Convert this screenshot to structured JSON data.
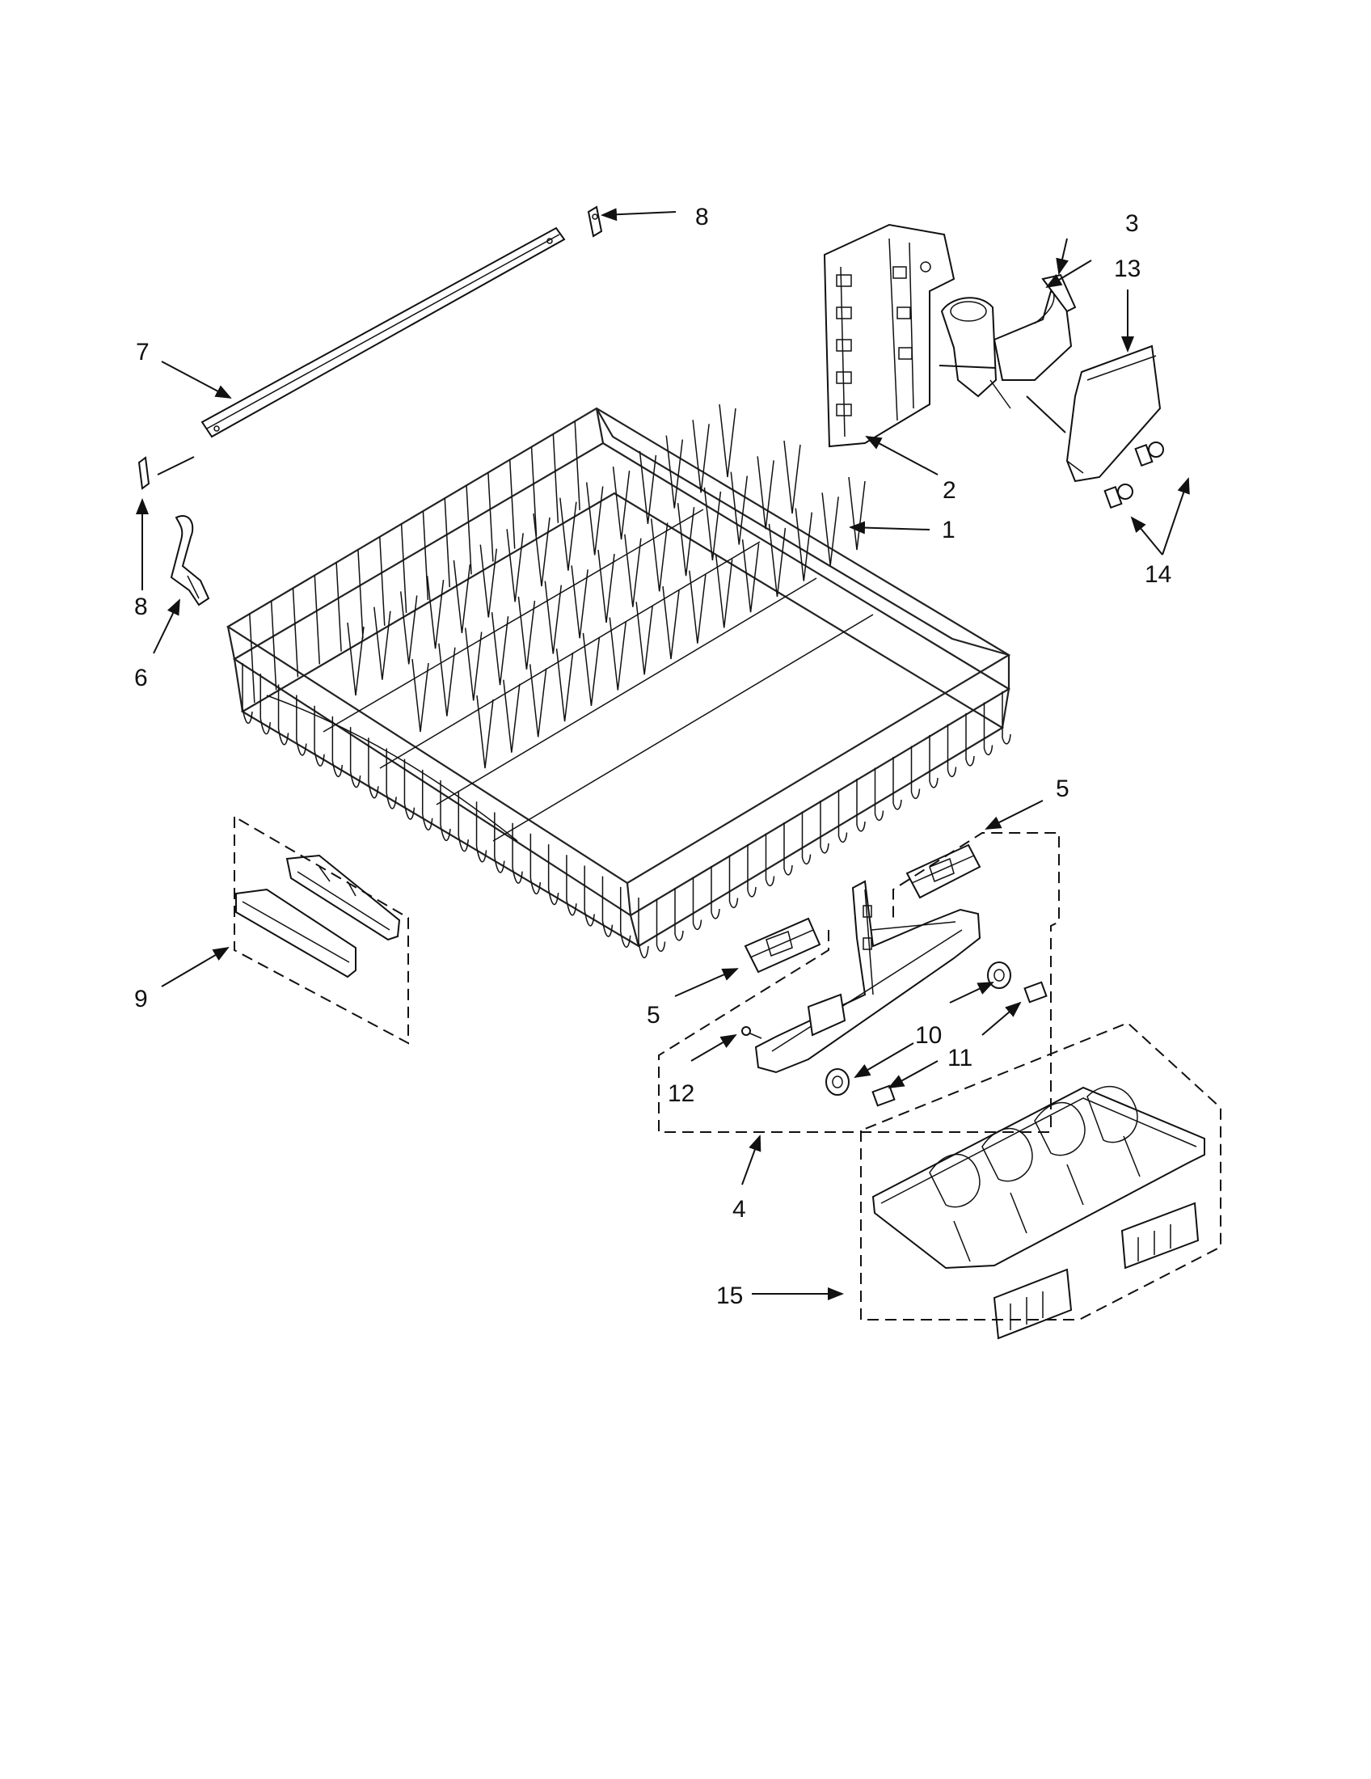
{
  "callouts": {
    "c1": "1",
    "c2": "2",
    "c3": "3",
    "c4": "4",
    "c5a": "5",
    "c5b": "5",
    "c6": "6",
    "c7": "7",
    "c8a": "8",
    "c8b": "8",
    "c9": "9",
    "c10": "10",
    "c11": "11",
    "c12": "12",
    "c13": "13",
    "c14": "14",
    "c15": "15"
  }
}
